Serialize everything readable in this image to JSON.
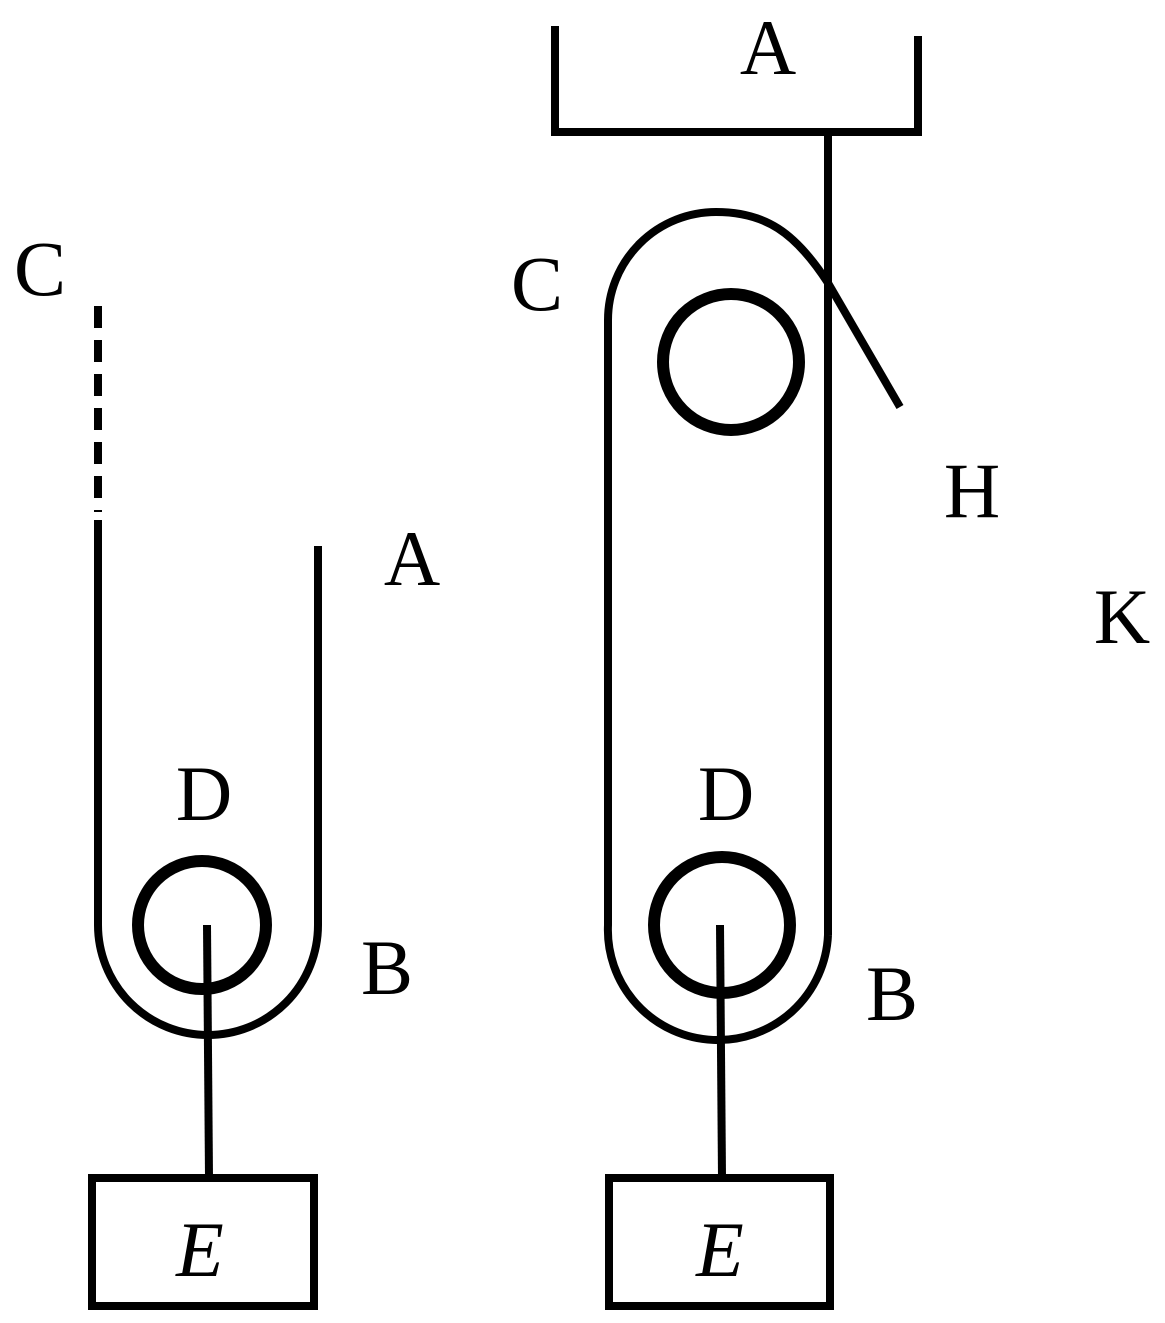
{
  "colors": {
    "line": "#000000",
    "background": "#ffffff"
  },
  "left_figure": {
    "label_c": "C",
    "label_a": "A",
    "label_d": "D",
    "label_b": "B",
    "label_e": "E"
  },
  "right_figure": {
    "label_a": "A",
    "label_c": "C",
    "label_h": "H",
    "label_k": "K",
    "label_d": "D",
    "label_b": "B",
    "label_e": "E"
  }
}
